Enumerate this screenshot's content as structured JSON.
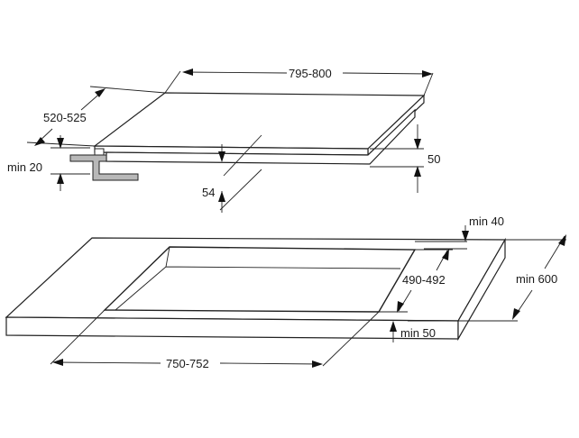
{
  "dimensions": {
    "hob_width": "795-800",
    "hob_depth": "520-525",
    "min_gap_above_bracket": "min 20",
    "hob_height": "50",
    "hob_recess": "54",
    "min_back_distance": "min 40",
    "cutout_depth": "490-492",
    "worktop_min_depth": "min 600",
    "min_front_distance": "min 50",
    "cutout_width": "750-752"
  }
}
